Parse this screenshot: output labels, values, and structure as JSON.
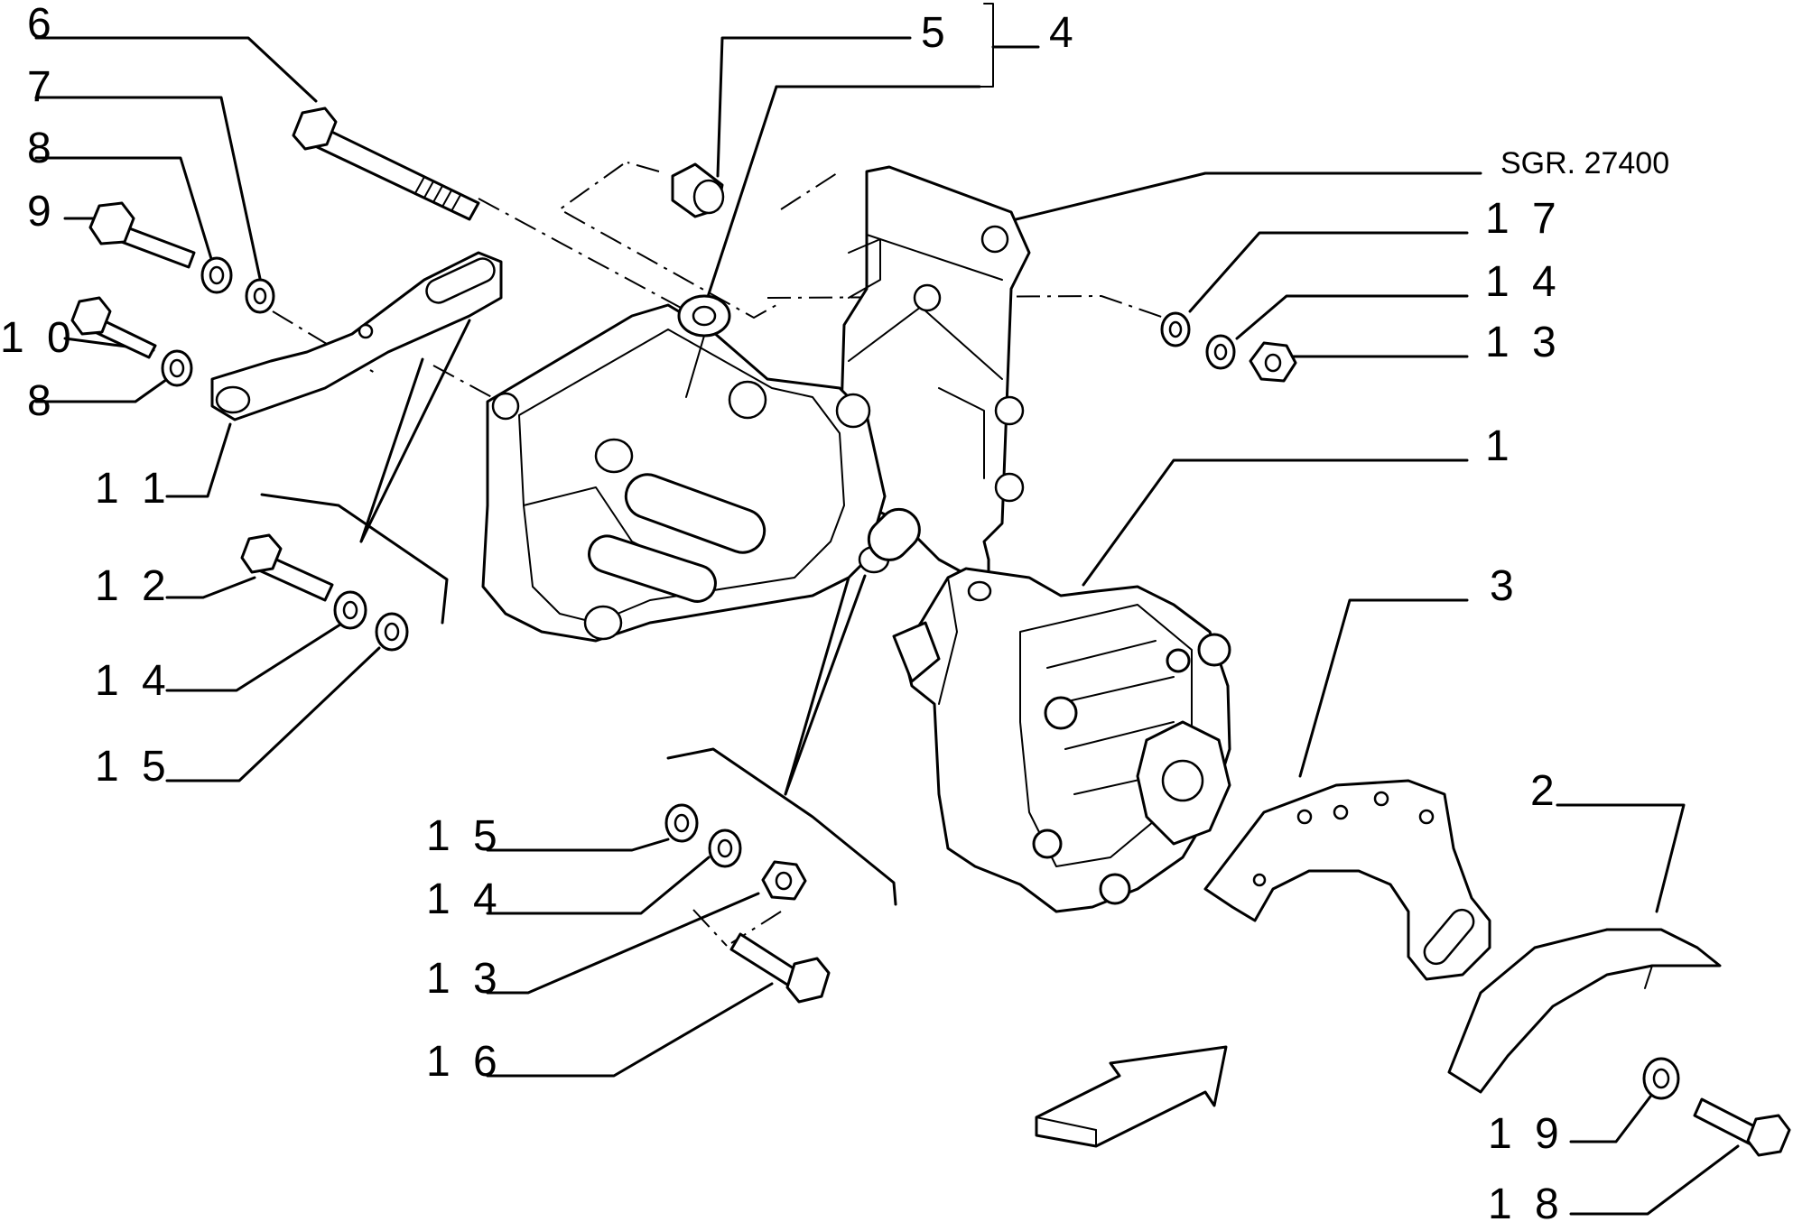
{
  "reference": "SGR. 27400",
  "callouts": {
    "n1": "1",
    "n2": "2",
    "n3": "3",
    "n4": "4",
    "n5": "5",
    "n6": "6",
    "n7": "7",
    "n8a": "8",
    "n8b": "8",
    "n9": "9",
    "n10": "1 0",
    "n11": "1 1",
    "n12": "1 2",
    "n13a": "1 3",
    "n13b": "1 3",
    "n14a": "1 4",
    "n14b": "1 4",
    "n14c": "1 4",
    "n15a": "1 5",
    "n15b": "1 5",
    "n16": "1 6",
    "n17": "1 7",
    "n18": "1 8",
    "n19": "1 9"
  }
}
